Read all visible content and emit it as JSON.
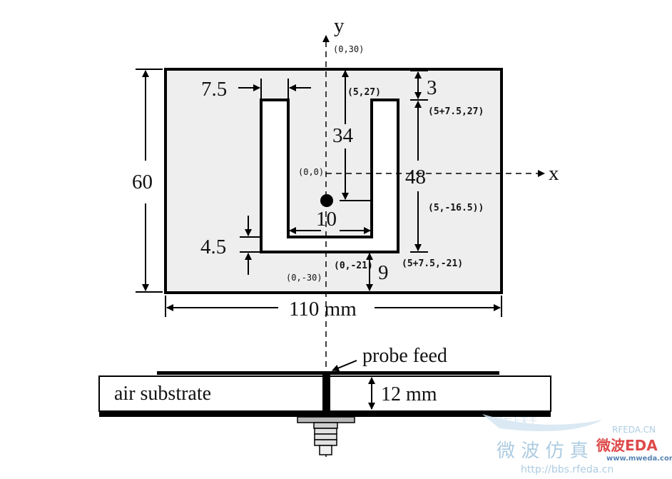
{
  "axes": {
    "y_label": "y",
    "x_label": "x"
  },
  "dimensions": {
    "height_total": "60",
    "slot_width": "7.5",
    "top_gap": "3",
    "feed_to_top": "34",
    "slot_length": "48",
    "inner_width": "10",
    "bottom_width": "4.5",
    "bottom_gap": "9",
    "width_total": "110 mm"
  },
  "coordinates": {
    "top_center": "(0,30)",
    "slot_top": "(5,27)",
    "slot_outer_top": "(5+7.5,27)",
    "origin": "(0,0)",
    "feed_point": "(5,-16.5))",
    "slot_bottom": "(0,-21)",
    "bottom_center": "(0,-30)",
    "slot_outer_bottom": "(5+7.5,-21)"
  },
  "side_view": {
    "probe_label": "probe feed",
    "substrate_label": "air substrate",
    "substrate_height": "12 mm"
  },
  "watermark": {
    "site1": "RFEDA.CN",
    "logo": "微波EDA",
    "site2": "www.mweda.com",
    "chinese": "微 波 仿 真",
    "url": "http://bbs.rfeda.cn",
    "faint": "阅左上天千"
  },
  "colors": {
    "patch_fill": "#eeeeee",
    "line": "#000000",
    "watermark": "#9fc4dd",
    "logo_red": "#d92b2b"
  }
}
